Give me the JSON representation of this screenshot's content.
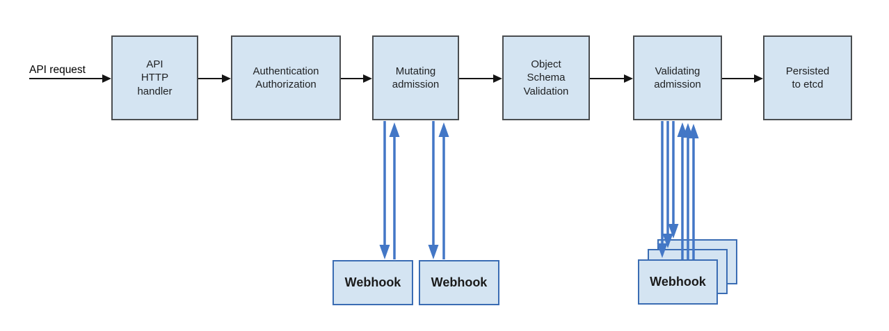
{
  "colors": {
    "node_fill": "#d4e4f2",
    "node_border": "#4a4d50",
    "webhook_border": "#3a6cb3",
    "flow_arrow": "#141414",
    "webhook_arrow": "#4377c6",
    "text": "#202224",
    "background": "#ffffff"
  },
  "input": {
    "label": "API request"
  },
  "pipeline": [
    {
      "id": "api-http-handler",
      "label": "API\nHTTP\nhandler"
    },
    {
      "id": "authentication-authorization",
      "label": "Authentication\nAuthorization"
    },
    {
      "id": "mutating-admission",
      "label": "Mutating\nadmission"
    },
    {
      "id": "object-schema-validation",
      "label": "Object\nSchema\nValidation"
    },
    {
      "id": "validating-admission",
      "label": "Validating\nadmission"
    },
    {
      "id": "persisted-to-etcd",
      "label": "Persisted\nto etcd"
    }
  ],
  "webhooks": {
    "mutating": [
      {
        "label": "Webhook"
      },
      {
        "label": "Webhook"
      }
    ],
    "validating": [
      {
        "label": "Webhook"
      },
      {
        "label": "Webhook"
      },
      {
        "label": "Webhook"
      }
    ]
  }
}
